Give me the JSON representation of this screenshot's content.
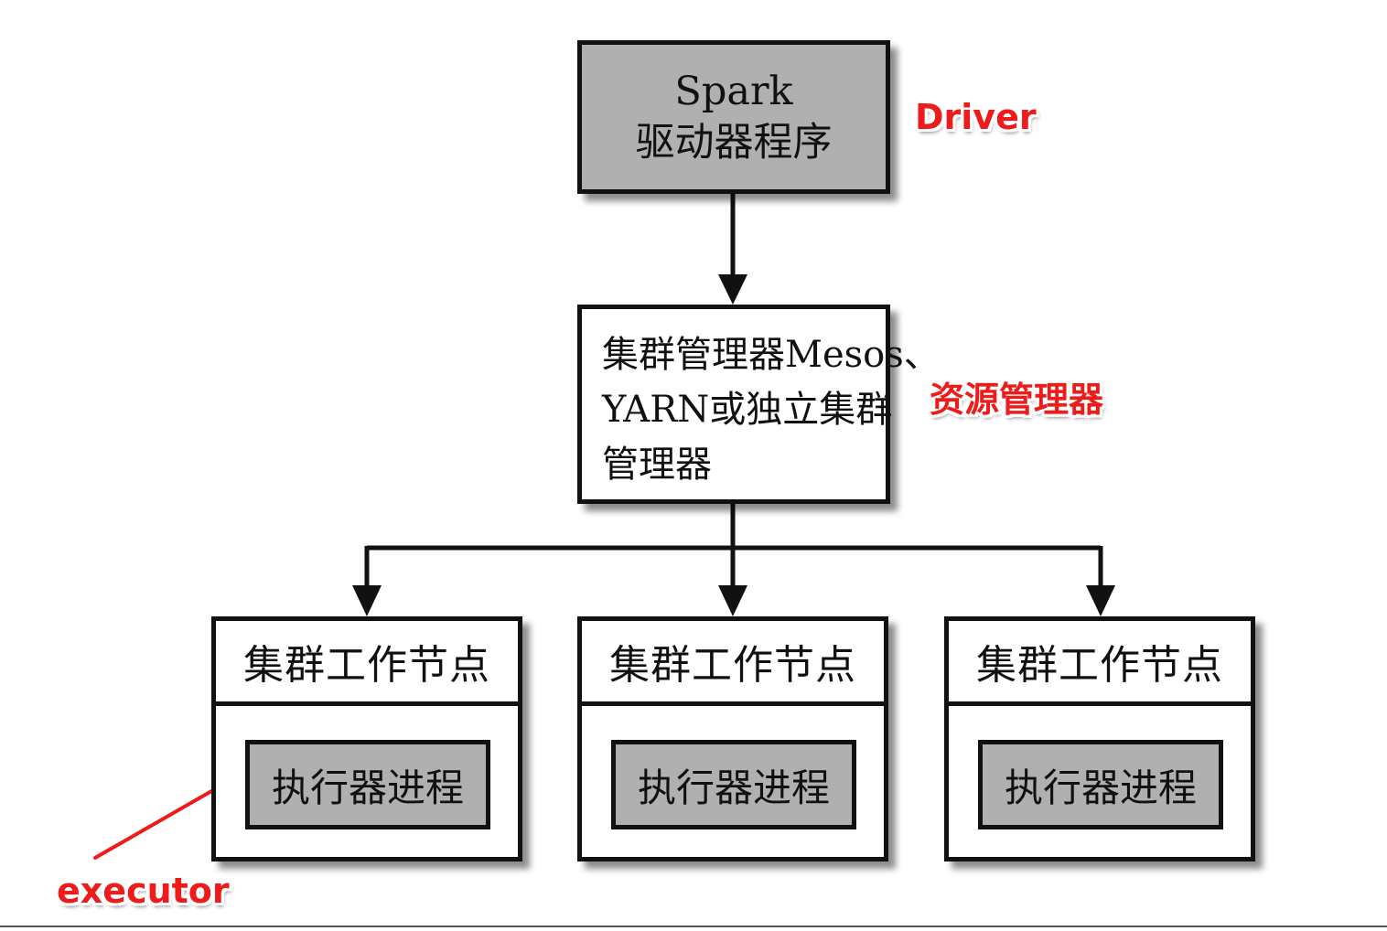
{
  "driver": {
    "line1": "Spark",
    "line2": "驱动器程序",
    "annotation": "Driver"
  },
  "cluster_manager": {
    "lines": [
      "集群管理器Mesos、",
      "YARN或独立集群",
      "管理器"
    ],
    "annotation": "资源管理器"
  },
  "worker_nodes": [
    {
      "title": "集群工作节点",
      "executor": "执行器进程"
    },
    {
      "title": "集群工作节点",
      "executor": "执行器进程"
    },
    {
      "title": "集群工作节点",
      "executor": "执行器进程"
    }
  ],
  "executor_annotation": "executor",
  "colors": {
    "annotation": "#ee1b1b",
    "box_fill_gray": "#b0b0b0",
    "line": "#111111"
  }
}
